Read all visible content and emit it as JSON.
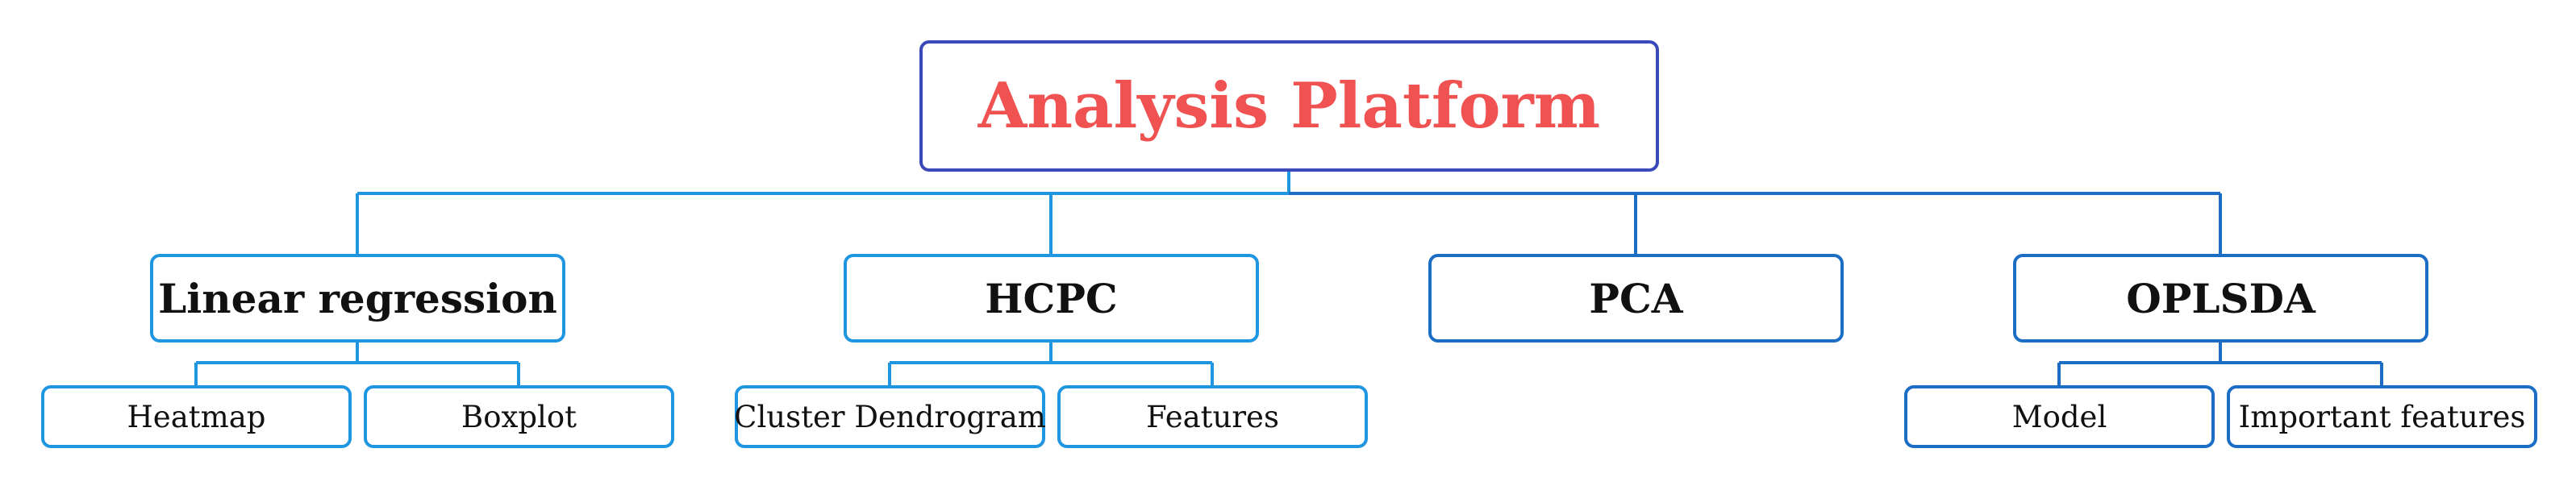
{
  "root": {
    "label": "Analysis Platform"
  },
  "branches": [
    {
      "label": "Linear regression",
      "children": [
        "Heatmap",
        "Boxplot"
      ]
    },
    {
      "label": "HCPC",
      "children": [
        "Cluster Dendrogram",
        "Features"
      ]
    },
    {
      "label": "PCA",
      "children": []
    },
    {
      "label": "OPLSDA",
      "children": [
        "Model",
        "Important features"
      ]
    }
  ],
  "colors": {
    "root_text": "#f05252",
    "root_border": "#3a4ab8",
    "branch_border_light": "#2196e0",
    "branch_border_dark": "#1c6ec4"
  }
}
